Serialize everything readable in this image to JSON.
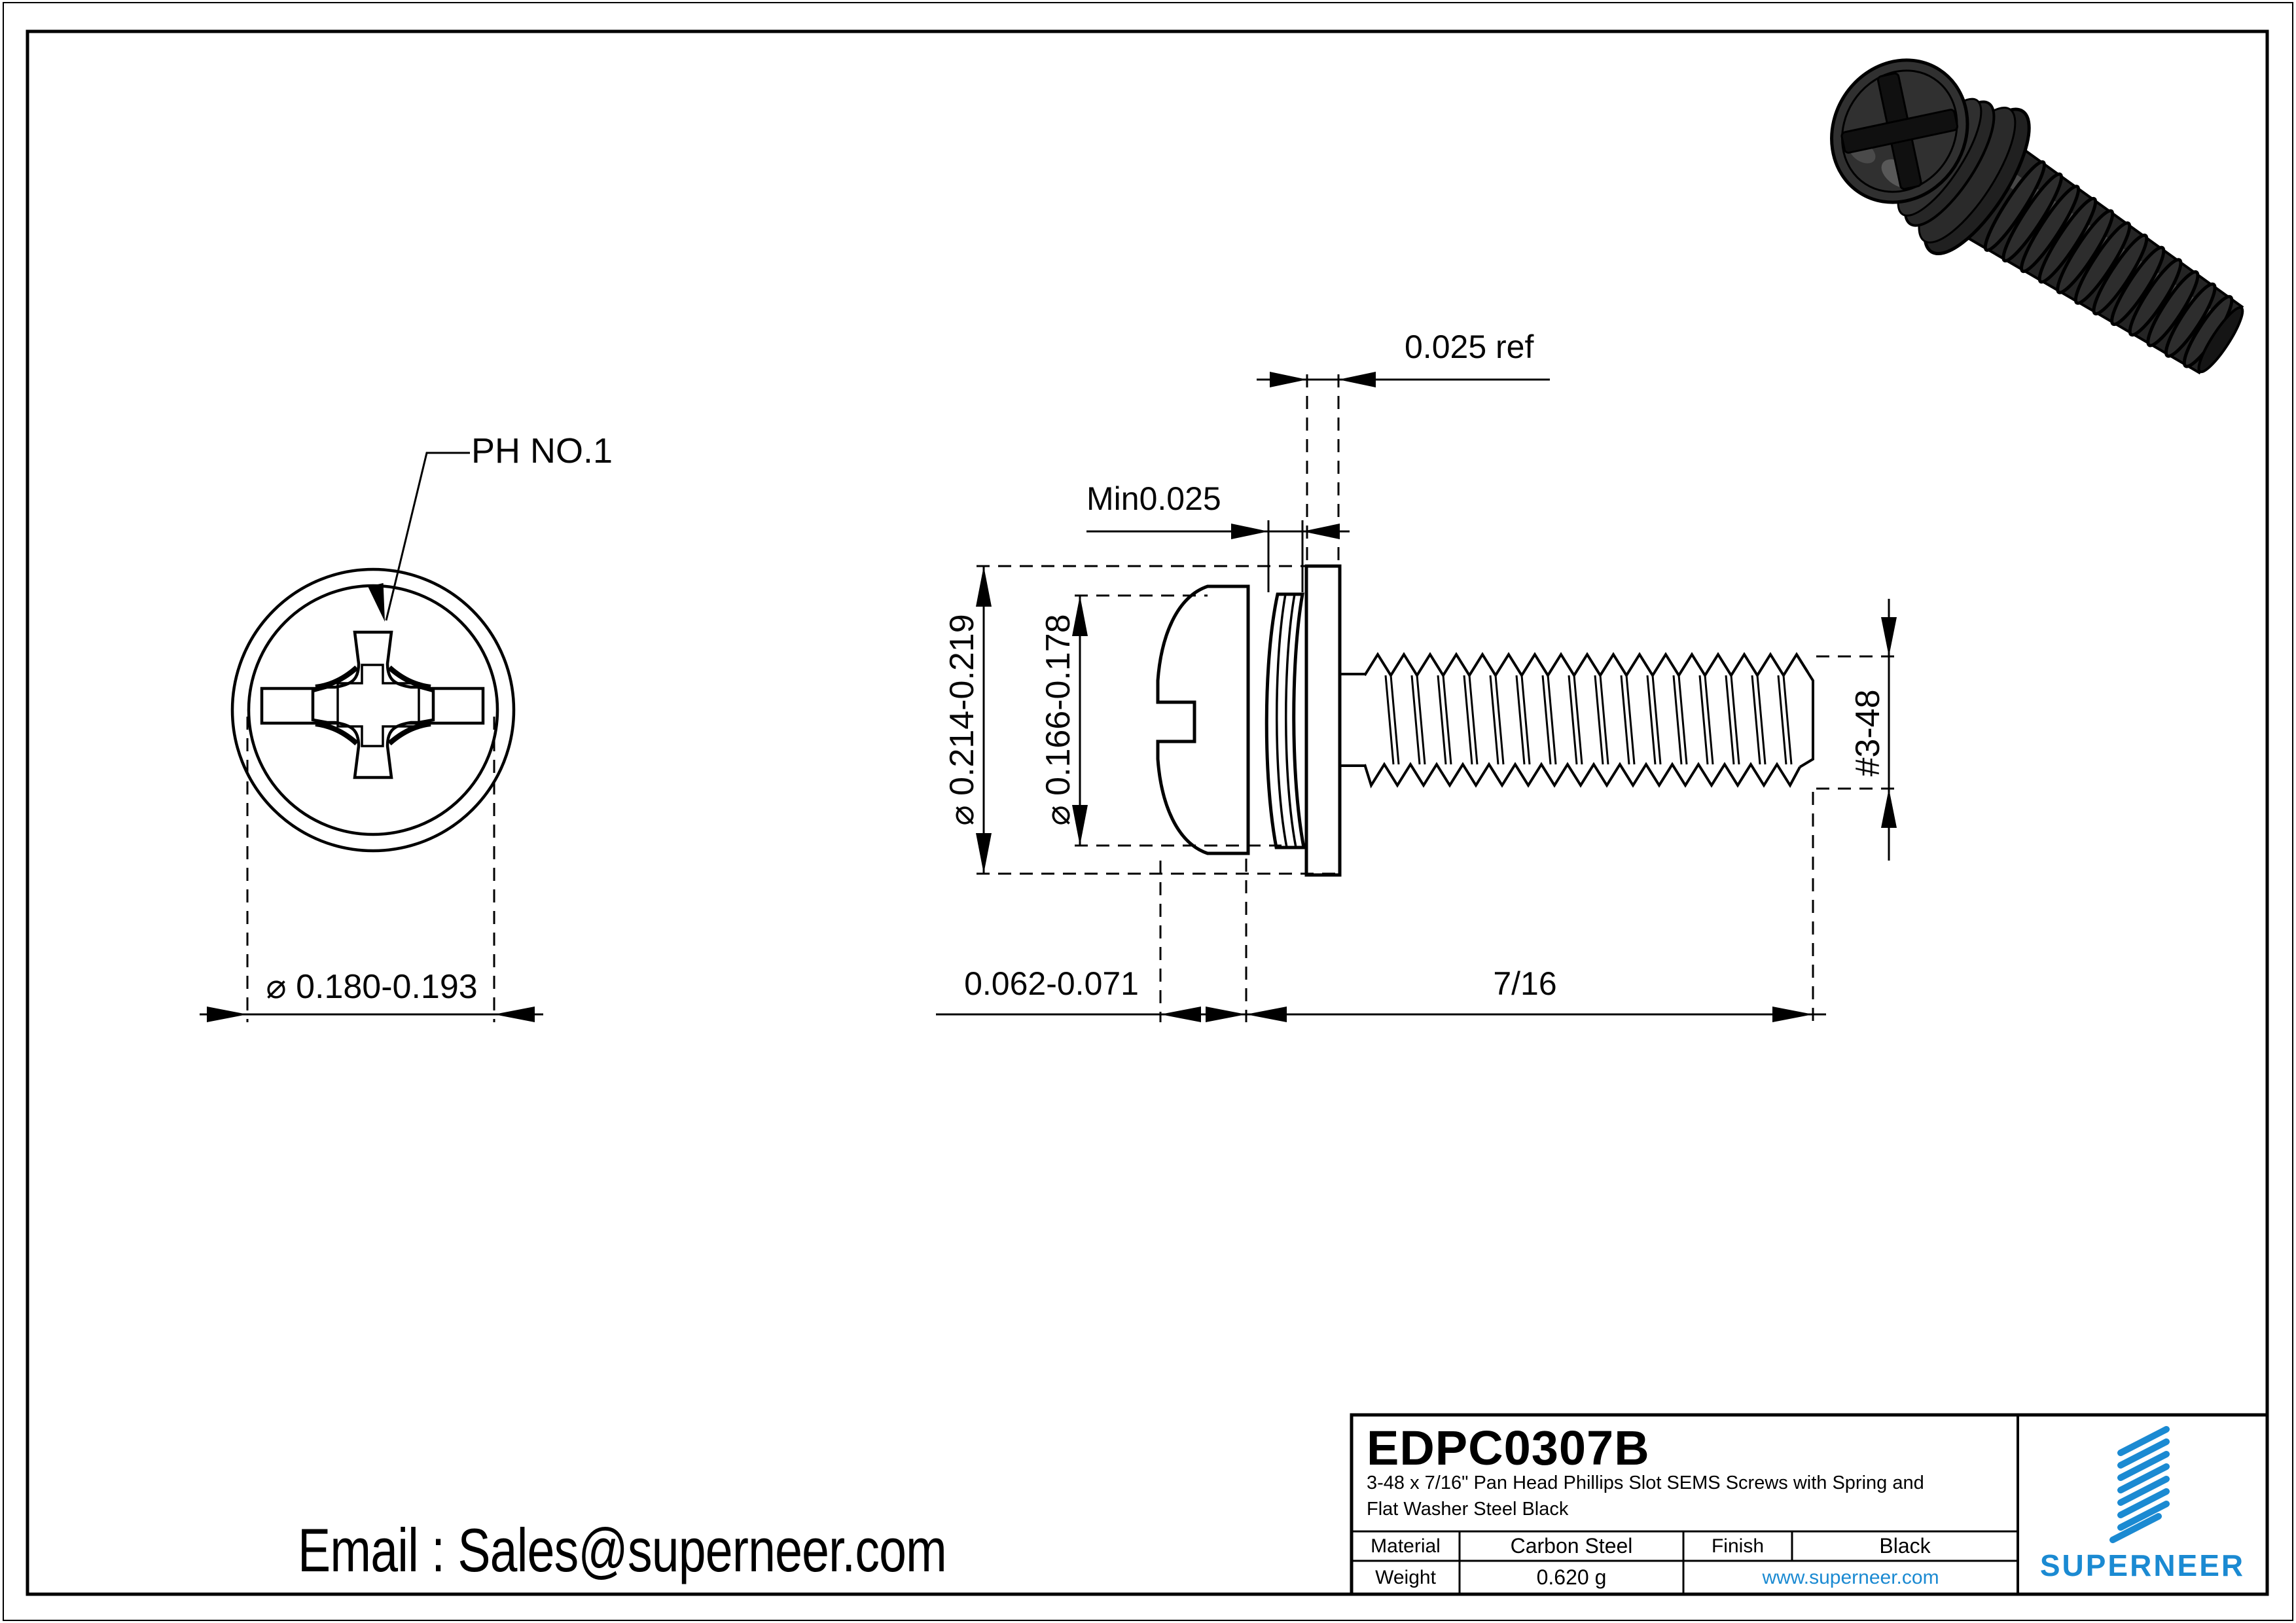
{
  "front_view": {
    "ph_label": "PH NO.1",
    "diameter": "⌀ 0.180-0.193"
  },
  "side_view": {
    "washer_thickness_ref": "0.025 ref",
    "spring_min_thickness": "Min0.025",
    "washer_od": "⌀ 0.214-0.219",
    "head_od": "⌀ 0.166-0.178",
    "thread_spec": "#3-48",
    "head_height": "0.062-0.071",
    "thread_length": "7/16"
  },
  "footer": {
    "email": "Email : Sales@superneer.com"
  },
  "title_block": {
    "part_number": "EDPC0307B",
    "description_line1": "3-48 x 7/16\" Pan Head Phillips Slot SEMS Screws with Spring and",
    "description_line2": "Flat Washer Steel Black",
    "material_label": "Material",
    "material_value": "Carbon Steel",
    "finish_label": "Finish",
    "finish_value": "Black",
    "weight_label": "Weight",
    "weight_value": "0.620 g",
    "website": "www.superneer.com",
    "brand": "SUPERNEER",
    "accent_color": "#1b8ad2",
    "line_color": "#000000"
  }
}
